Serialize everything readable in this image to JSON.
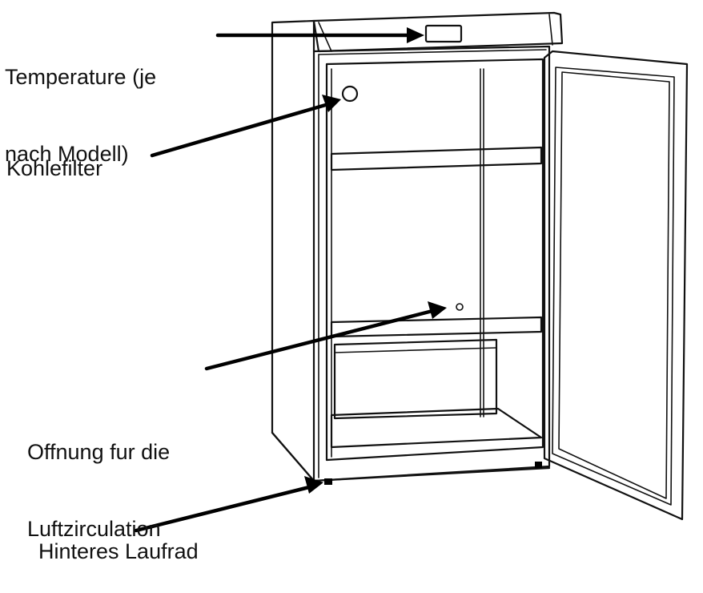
{
  "labels": {
    "temperature_line1": "Temperature (je",
    "temperature_line2": "nach Modell)",
    "kohlefilter": "Kohlefilter",
    "offnung_line1": "Offnung fur die",
    "offnung_line2": "Luftzirculation",
    "laufrad": "Hinteres Laufrad"
  },
  "colors": {
    "line": "#111111",
    "background": "#ffffff"
  }
}
